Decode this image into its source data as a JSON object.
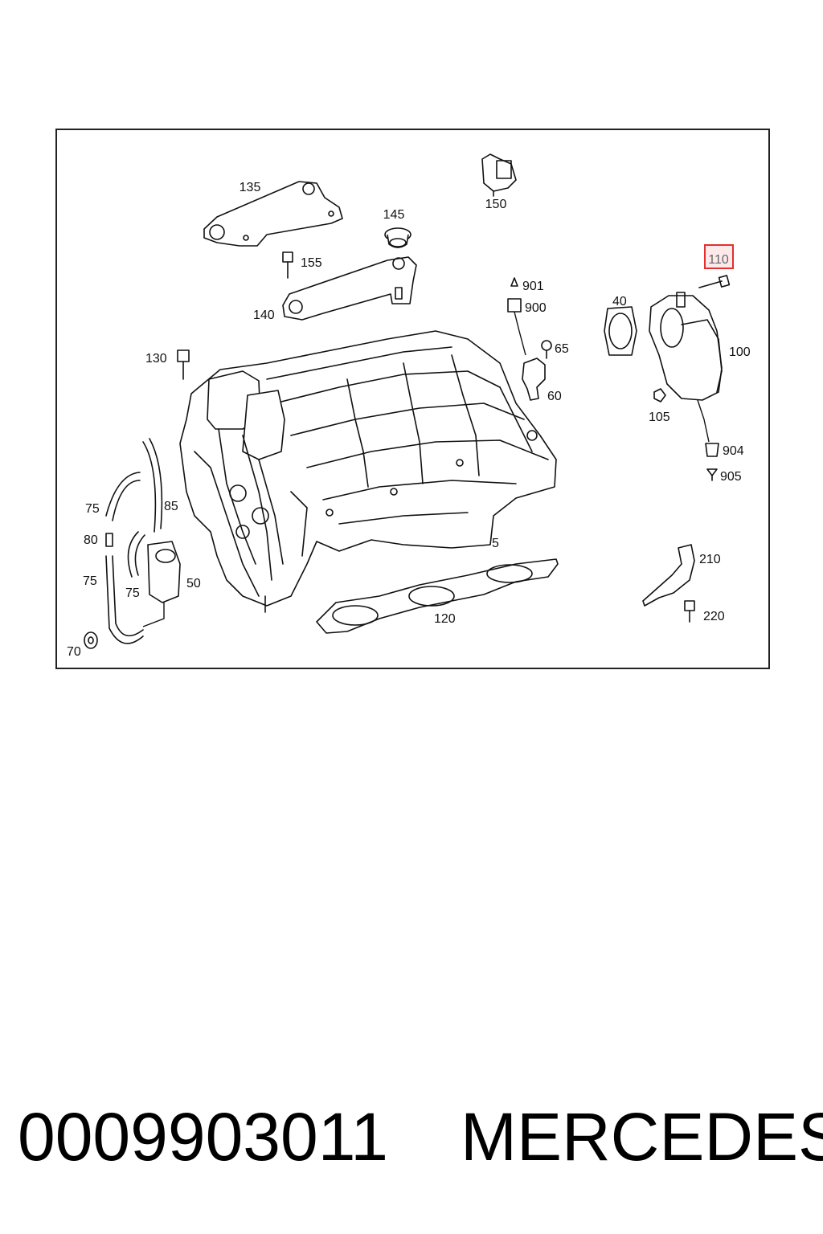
{
  "diagram": {
    "labels": {
      "l5": "5",
      "l40": "40",
      "l50": "50",
      "l60": "60",
      "l65": "65",
      "l70": "70",
      "l75a": "75",
      "l75b": "75",
      "l75c": "75",
      "l80": "80",
      "l85": "85",
      "l100": "100",
      "l105": "105",
      "l110": "110",
      "l120": "120",
      "l130": "130",
      "l135": "135",
      "l140": "140",
      "l145": "145",
      "l150": "150",
      "l155": "155",
      "l210": "210",
      "l220": "220",
      "l900": "900",
      "l901": "901",
      "l904": "904",
      "l905": "905"
    },
    "highlighted_part": "110",
    "highlight_color": "#e03030",
    "line_color": "#111111"
  },
  "caption": {
    "part_number": "0009903011",
    "brand": "MERCEDES"
  }
}
